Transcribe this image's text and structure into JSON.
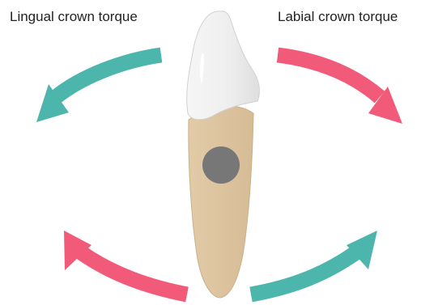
{
  "labels": {
    "lingual": "Lingual crown torque",
    "labial": "Labial crown torque"
  },
  "colors": {
    "lingual_arrow": "#4db6ac",
    "labial_arrow": "#f25a7a",
    "root": "#dcc4a0",
    "crown": "#eeeeee",
    "center_of_resistance": "#777777"
  },
  "arrows": [
    {
      "name": "lingual-upper",
      "color_key": "lingual_arrow"
    },
    {
      "name": "labial-upper",
      "color_key": "labial_arrow"
    },
    {
      "name": "lingual-lower",
      "color_key": "labial_arrow"
    },
    {
      "name": "labial-lower",
      "color_key": "lingual_arrow"
    }
  ]
}
